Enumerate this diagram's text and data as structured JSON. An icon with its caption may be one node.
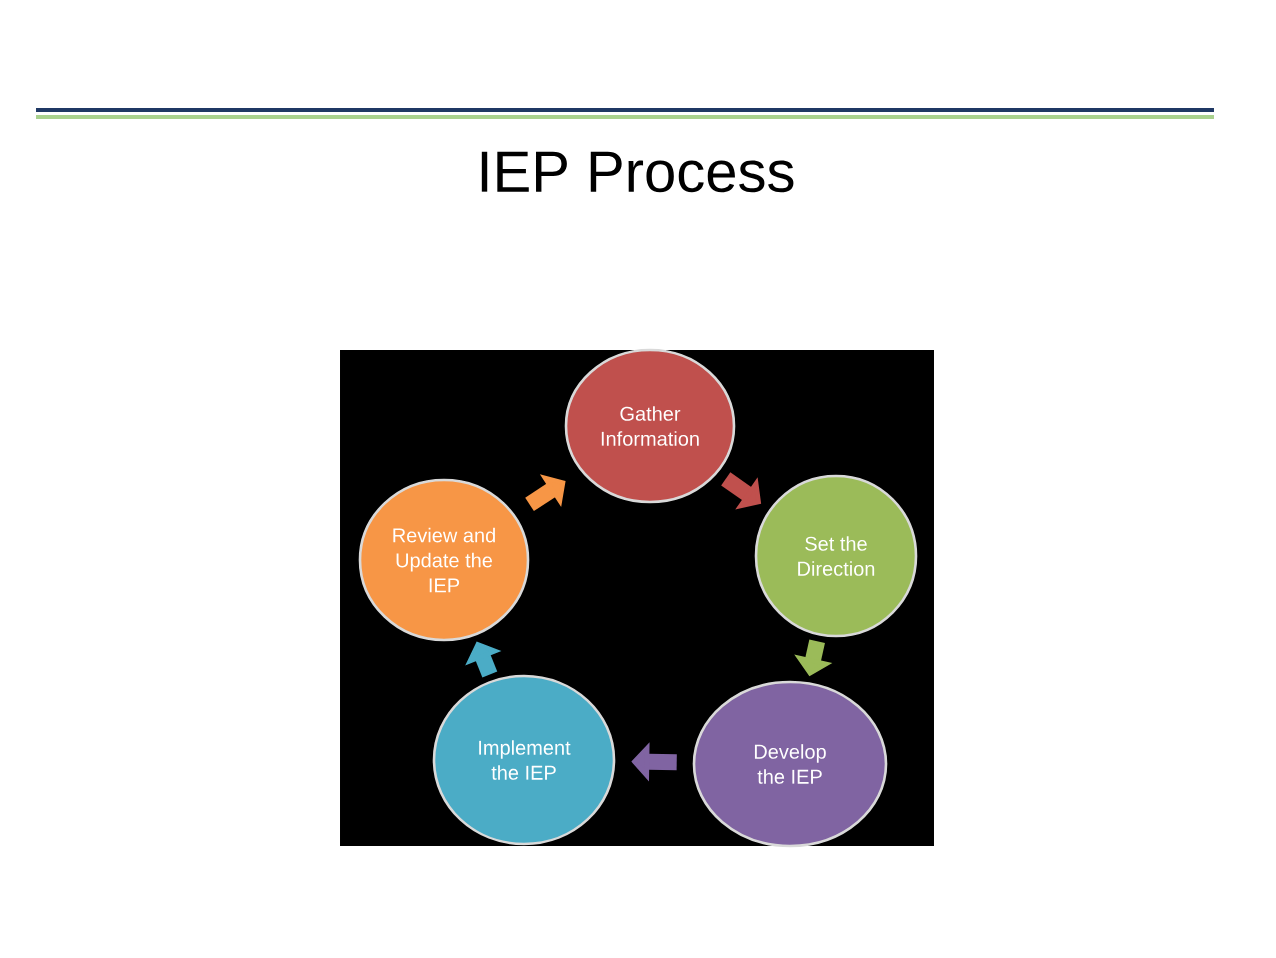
{
  "diagram": {
    "title": "IEP Process",
    "nodes": [
      {
        "text": [
          "Gather Information"
        ]
      },
      {
        "text": [
          "Set the Direction"
        ]
      },
      {
        "text": [
          "Develop the IEP"
        ]
      },
      {
        "text": [
          "Implement the IEP"
        ]
      },
      {
        "text": [
          "Review and Update the IEP"
        ]
      }
    ],
    "edges": [
      {
        "from": 0,
        "to": 1,
        "arrow": "to",
        "color": "#c0504d"
      },
      {
        "from": 1,
        "to": 2,
        "arrow": "to",
        "color": "#9bbb59"
      },
      {
        "from": 2,
        "to": 3,
        "arrow": "to",
        "color": "#8064a2"
      },
      {
        "from": 3,
        "to": 4,
        "arrow": "to",
        "color": "#4bacc6"
      },
      {
        "from": 4,
        "to": 0,
        "arrow": "to",
        "color": "#f79646"
      }
    ]
  }
}
